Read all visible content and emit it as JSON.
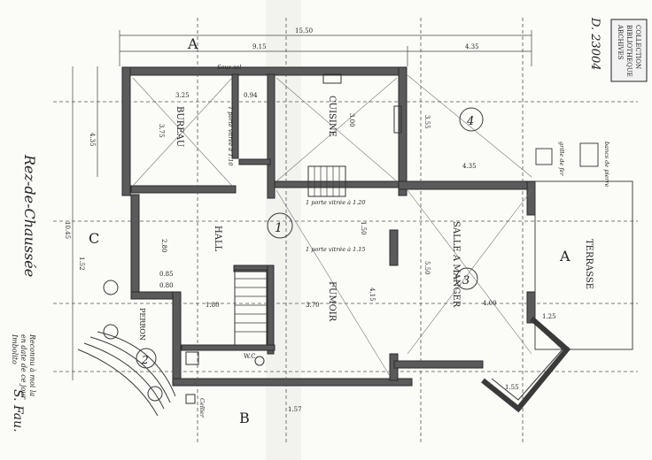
{
  "stamp": {
    "ref_number": "D. 23004",
    "box_line1": "COLLECTION",
    "box_line2": "BIBLIOTHEQUE",
    "box_line3": "ARCHIVES"
  },
  "sheet": {
    "title": "Rez-de-Chaussée",
    "note_line1": "Reconnu à moi la",
    "note_line2": "en date de ce jour",
    "note_line3": "Imbolito",
    "signature": "S. Fau."
  },
  "section_marks": {
    "a_top": "A",
    "a_right": "A",
    "b_bottom": "B",
    "c_left": "C"
  },
  "rooms": {
    "bureau": "BUREAU",
    "cuisine": "CUISINE",
    "hall": "HALL",
    "salle_a_manger": "SALLE A MANGER",
    "fumoir": "FUMOIR",
    "terrasse": "TERRASSE",
    "perron": "PERRON",
    "wc": "W.C."
  },
  "circled_labels": {
    "hall_ref": "1",
    "salle_ref": "3",
    "terrace_ref": "4",
    "perron_ref": "2"
  },
  "dimensions": {
    "top_total": "15.50",
    "top_left": "9.15",
    "top_right": "4.35",
    "left_total": "10.45",
    "left_upper": "4.35",
    "bureau_width": "3.25",
    "bureau_depth": "3.75",
    "cuisine_width": "3.00",
    "cuisine_depth": "3.55",
    "hall_depth": "2.80",
    "salle_depth": "5.50",
    "salle_width": "4.00",
    "fumoir_width": "3.70",
    "fumoir_depth": "4.15",
    "corridor_width": "1.50",
    "hall_width": "1.80",
    "step_1": "0.85",
    "step_2": "0.80",
    "right_small": "1.25",
    "bottom_a": "1.57",
    "bottom_b": "1.55",
    "wall_a": "0.94",
    "wall_b": "4.35",
    "wall_c": "1.52"
  },
  "annotations": {
    "porte_1": "1 porte vitrée à 1.10",
    "porte_2": "1 porte vitrée à 1.20",
    "porte_3": "1 porte vitrée à 1.15",
    "grille": "grille de fer",
    "bancs": "bancs de pierre",
    "cellier": "Cellier",
    "sous_sol": "Sous-sol"
  }
}
